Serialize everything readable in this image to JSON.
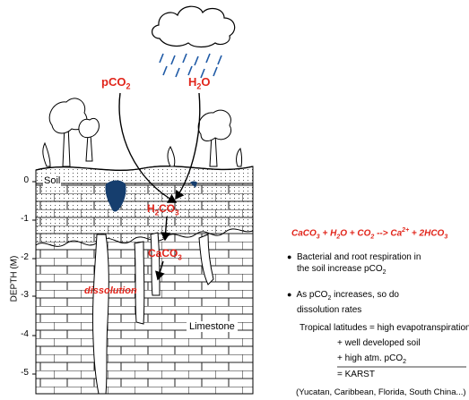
{
  "figure": {
    "axis_label": "DEPTH (M)",
    "depth_ticks": [
      "0",
      "-1",
      "-2",
      "-3",
      "-4",
      "-5"
    ],
    "inputs": {
      "pco2": "pCO",
      "pco2_sub": "2",
      "h2o": "H",
      "h2o_sub": "2",
      "h2o_end": "O"
    },
    "products": {
      "h2co3_a": "H",
      "h2co3_sub1": "2",
      "h2co3_b": "CO",
      "h2co3_sub2": "3",
      "caco3_a": "CaCO",
      "caco3_sub": "3"
    },
    "process": "dissolution",
    "zones": {
      "soil": "Soil",
      "limestone": "Limestone"
    }
  },
  "equation": {
    "lhs": "CaCO",
    "s1": "3",
    "plus1": " + H",
    "s2": "2",
    "mid": "O + CO",
    "s3": "2",
    "arrow": " --> Ca",
    "sup": "2+",
    "plus2": " + 2HCO",
    "s4": "3"
  },
  "bullets": [
    {
      "line1": "Bacterial and root respiration in",
      "line2_a": "the soil increase pCO",
      "line2_sub": "2"
    },
    {
      "line1_a": "As pCO",
      "line1_sub": "2",
      "line1_b": " increases, so do",
      "line2": "dissolution rates"
    }
  ],
  "summary": {
    "line1": "Tropical latitudes = high evapotranspiration",
    "line2": "+ well developed soil",
    "line3_a": "+ high atm. pCO",
    "line3_sub": "2",
    "line4": "= KARST",
    "footnote": "(Yucatan, Caribbean, Florida, South China...)"
  },
  "colors": {
    "accent_red": "#e1251b",
    "cave_blue": "#163e6e",
    "rain_blue": "#1f5aa6"
  }
}
